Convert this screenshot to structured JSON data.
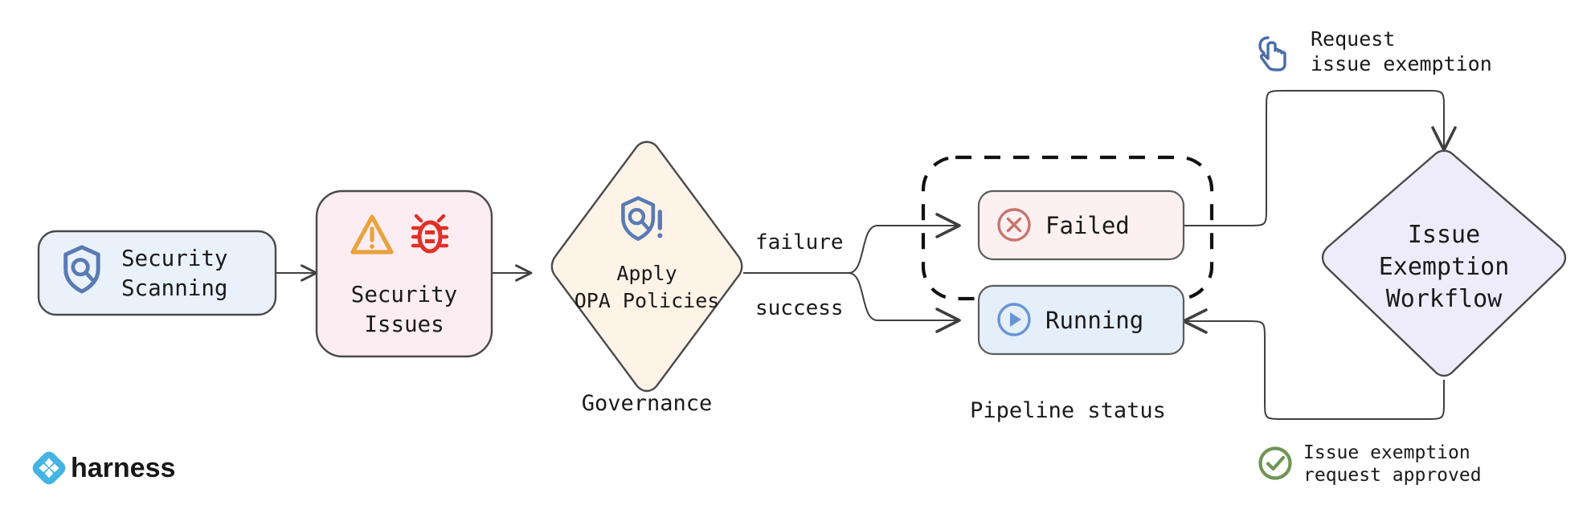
{
  "diagram": {
    "title": "Security scanning governance and issue exemption workflow",
    "background": "#ffffff"
  },
  "nodes": {
    "security_scanning": {
      "label_line1": "Security",
      "label_line2": "Scanning",
      "icon": "shield-scan-icon",
      "fill": "#e9f2fb",
      "stroke": "#4a4a4a"
    },
    "security_issues": {
      "label_line1": "Security",
      "label_line2": "Issues",
      "icon_warning": "warning-triangle-icon",
      "icon_bug": "bug-icon",
      "fill": "#fcedf3",
      "stroke": "#4a4a4a",
      "warning_color": "#e8a33d",
      "bug_color": "#e03127"
    },
    "apply_opa": {
      "label_line1": "Apply",
      "label_line2": "OPA Policies",
      "caption": "Governance",
      "icon": "shield-policy-alert-icon",
      "fill": "#fdf3e7",
      "stroke": "#4a4a4a"
    },
    "failed": {
      "label": "Failed",
      "icon": "x-circle-icon",
      "fill": "#fcf0f0",
      "stroke": "#5b5b5b",
      "icon_color": "#c8756f"
    },
    "running": {
      "label": "Running",
      "icon": "play-circle-icon",
      "fill": "#e4effa",
      "stroke": "#5b5b5b",
      "icon_color": "#6b93d6"
    },
    "pipeline_status_group": {
      "caption": "Pipeline status",
      "stroke": "#111111"
    },
    "issue_exemption_workflow": {
      "label_line1": "Issue",
      "label_line2": "Exemption",
      "label_line3": "Workflow",
      "fill": "#eeecfa",
      "stroke": "#4a4a4a"
    }
  },
  "edge_labels": {
    "failure": "failure",
    "success": "success"
  },
  "annotations": {
    "request_exemption": {
      "line1": "Request",
      "line2": "issue exemption",
      "icon": "tap-finger-icon",
      "icon_color": "#4a6ca8"
    },
    "request_approved": {
      "line1": "Issue exemption",
      "line2": "request approved",
      "icon": "check-circle-icon",
      "icon_color": "#6f9455"
    }
  },
  "branding": {
    "name": "harness",
    "logo_icon": "harness-logo-icon",
    "logo_color": "#43b4e4"
  }
}
